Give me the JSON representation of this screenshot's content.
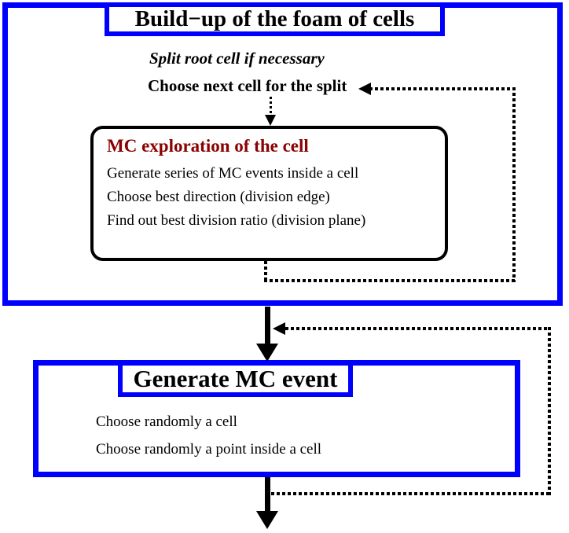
{
  "diagram": {
    "colors": {
      "accent_blue": "#0000FE",
      "heading_red": "#8B0000"
    },
    "build_phase": {
      "title": "Build−up of the foam of cells",
      "pre_steps": {
        "split_root": "Split root cell if necessary",
        "choose_next": "Choose next cell for the split"
      },
      "exploration_box": {
        "title": "MC exploration of the cell",
        "steps": [
          "Generate series of MC events inside a cell",
          "Choose best direction (division edge)",
          "Find out best division ratio (division plane)"
        ]
      }
    },
    "generate_phase": {
      "title": "Generate MC event",
      "steps": [
        "Choose randomly a cell",
        "Choose randomly a point inside a cell"
      ]
    }
  }
}
